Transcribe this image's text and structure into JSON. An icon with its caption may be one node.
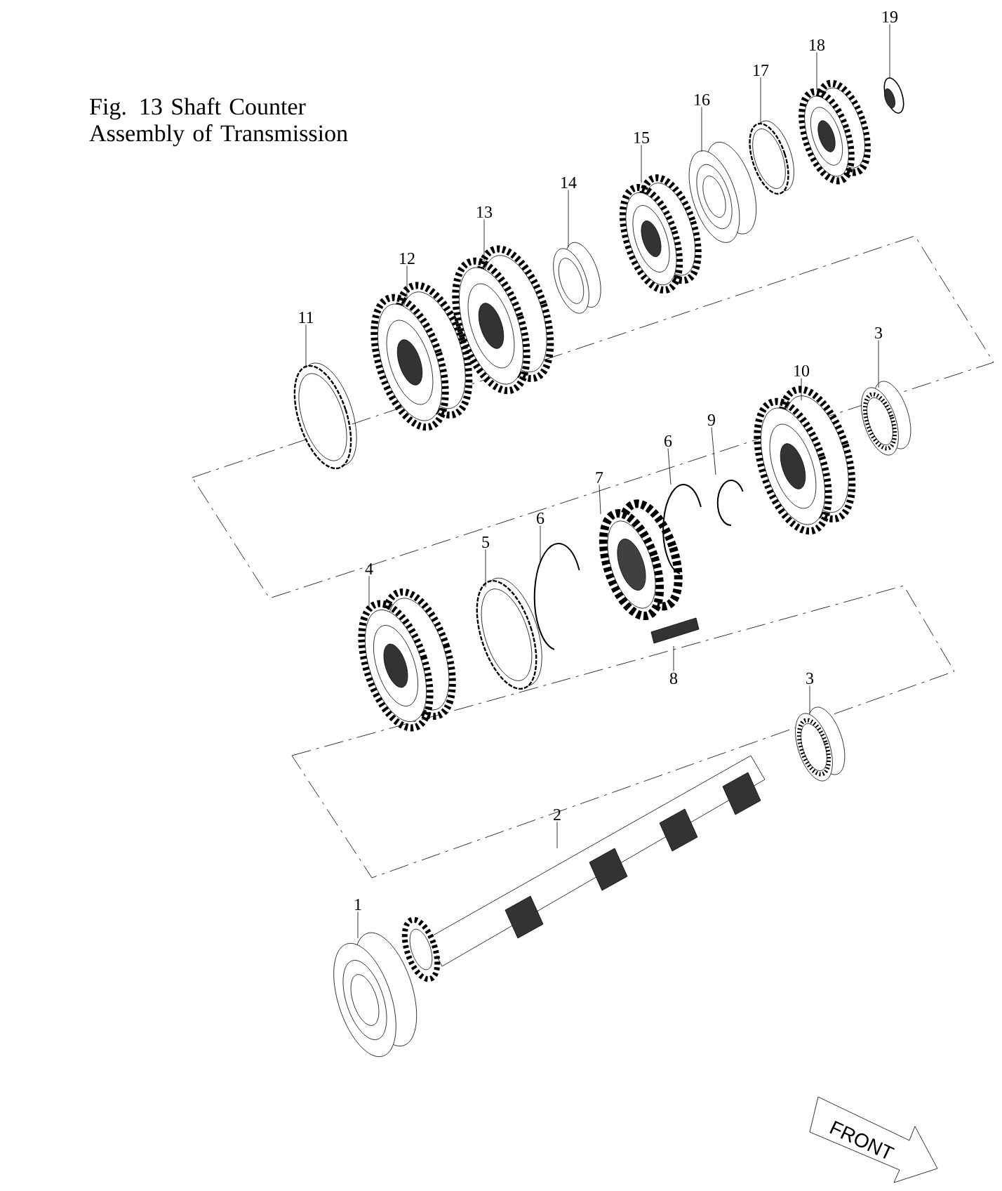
{
  "diagram": {
    "title": "Fig. 13 Shaft Counter Assembly of Transmission",
    "nodes": [
      {
        "text": [
          "19"
        ]
      },
      {
        "text": [
          "18"
        ]
      },
      {
        "text": [
          "17"
        ]
      },
      {
        "text": [
          "16"
        ]
      },
      {
        "text": [
          "15"
        ]
      },
      {
        "text": [
          "14"
        ]
      },
      {
        "text": [
          "13"
        ]
      },
      {
        "text": [
          "12"
        ]
      },
      {
        "text": [
          "11"
        ]
      },
      {
        "text": [
          "3"
        ]
      },
      {
        "text": [
          "10"
        ]
      },
      {
        "text": [
          "9"
        ]
      },
      {
        "text": [
          "6"
        ]
      },
      {
        "text": [
          "7"
        ]
      },
      {
        "text": [
          "6"
        ]
      },
      {
        "text": [
          "5"
        ]
      },
      {
        "text": [
          "4"
        ]
      },
      {
        "text": [
          "8"
        ]
      },
      {
        "text": [
          "3"
        ]
      },
      {
        "text": [
          "2"
        ]
      },
      {
        "text": [
          "1"
        ]
      }
    ],
    "edges": [
      {
        "from": 0,
        "to": null,
        "arrow": "none"
      },
      {
        "from": 1,
        "to": null,
        "arrow": "none"
      },
      {
        "from": 2,
        "to": null,
        "arrow": "none"
      },
      {
        "from": 3,
        "to": null,
        "arrow": "none"
      },
      {
        "from": 4,
        "to": null,
        "arrow": "none"
      },
      {
        "from": 5,
        "to": null,
        "arrow": "none"
      },
      {
        "from": 6,
        "to": null,
        "arrow": "none"
      },
      {
        "from": 7,
        "to": null,
        "arrow": "none"
      },
      {
        "from": 8,
        "to": null,
        "arrow": "none"
      },
      {
        "from": 9,
        "to": null,
        "arrow": "none"
      },
      {
        "from": 10,
        "to": null,
        "arrow": "none"
      },
      {
        "from": 11,
        "to": null,
        "arrow": "none"
      },
      {
        "from": 12,
        "to": null,
        "arrow": "none"
      },
      {
        "from": 13,
        "to": null,
        "arrow": "none"
      },
      {
        "from": 14,
        "to": null,
        "arrow": "none"
      },
      {
        "from": 15,
        "to": null,
        "arrow": "none"
      },
      {
        "from": 16,
        "to": null,
        "arrow": "none"
      },
      {
        "from": 17,
        "to": null,
        "arrow": "none"
      },
      {
        "from": 18,
        "to": null,
        "arrow": "none"
      },
      {
        "from": 19,
        "to": null,
        "arrow": "none"
      },
      {
        "from": 20,
        "to": null,
        "arrow": "none"
      }
    ],
    "labels": [
      "FRONT"
    ]
  }
}
